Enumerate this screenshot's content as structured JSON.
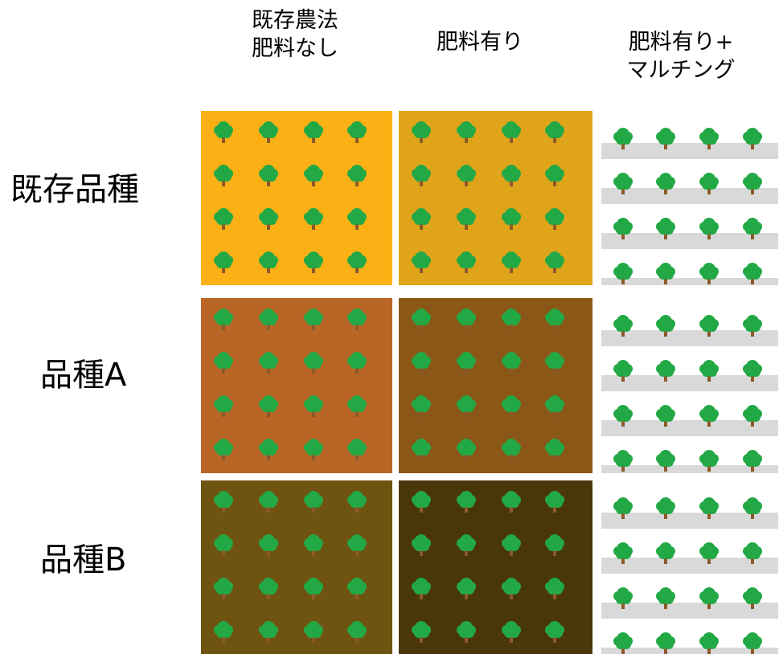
{
  "column_headers": [
    "既存農法\n肥料なし",
    "肥料有り",
    "肥料有り+\nマルチング"
  ],
  "row_headers": [
    "既存品種",
    "品種A",
    "品種B"
  ],
  "plots": [
    [
      "#FBB116",
      "#E0A41A",
      "mulch"
    ],
    [
      "#B86526",
      "#8A5716",
      "mulch"
    ],
    [
      "#6E5410",
      "#4A3709",
      "mulch"
    ]
  ],
  "colors": {
    "tree_canopy": "#22A945",
    "tree_trunk": "#8B5A2B",
    "mulch_strip": "#D9D9D9",
    "background": "#FFFFFF"
  },
  "icon": "tree-icon",
  "trees_per_plot": {
    "rows": 4,
    "cols": 4
  }
}
